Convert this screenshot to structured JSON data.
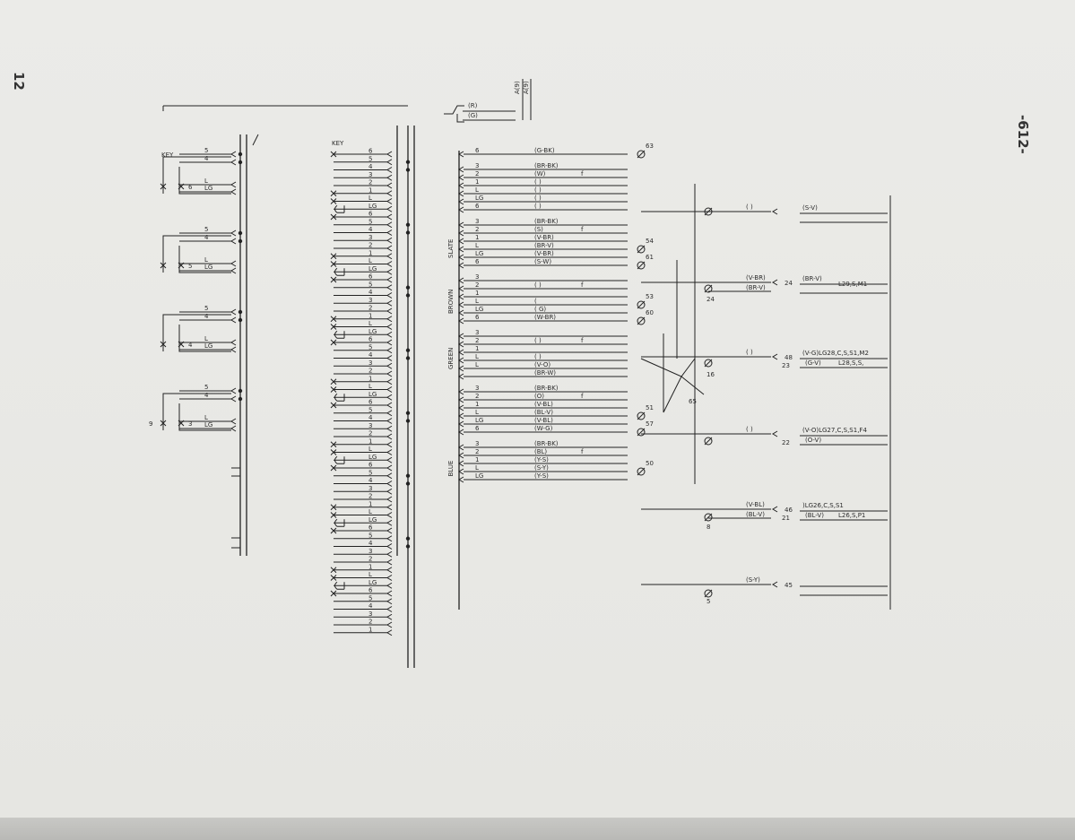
{
  "page": {
    "number_left": "12",
    "number_right": "-612-"
  },
  "key_labels": [
    "KEY",
    "KEY"
  ],
  "left_keys": [
    {
      "num": "6",
      "rows": [
        "5",
        "4",
        "L",
        "LG"
      ]
    },
    {
      "num": "5",
      "rows": [
        "5",
        "4",
        "L",
        "LG"
      ]
    },
    {
      "num": "4",
      "rows": [
        "5",
        "4",
        "L",
        "LG"
      ]
    },
    {
      "num": "3",
      "rows": [
        "5",
        "4",
        "L",
        "LG"
      ],
      "prefix": "9"
    }
  ],
  "center_column": [
    "6",
    "5",
    "4",
    "3",
    "2",
    "1",
    "L",
    "LG",
    "6",
    "5",
    "4",
    "3",
    "2",
    "1",
    "L",
    "LG",
    "6",
    "5",
    "4",
    "3",
    "2",
    "1",
    "L",
    "LG",
    "6",
    "5",
    "4",
    "3",
    "2",
    "1",
    "L",
    "LG",
    "6",
    "5",
    "4",
    "3",
    "2",
    "1",
    "L",
    "LG",
    "6",
    "5",
    "4",
    "3",
    "2",
    "1",
    "L",
    "LG",
    "6",
    "5",
    "4",
    "3",
    "2",
    "1",
    "L",
    "LG",
    "6",
    "5",
    "4",
    "3",
    "2",
    "1"
  ],
  "top_leads": {
    "wires": [
      "(R)",
      "(G)"
    ],
    "vertical": [
      "A(9)",
      "A(9)"
    ]
  },
  "groups": [
    {
      "name": "",
      "rows": [
        [
          "6",
          "(G-BK)"
        ]
      ],
      "terminal": "63"
    },
    {
      "name": "",
      "rows": [
        [
          "3",
          "(BR-BK)"
        ],
        [
          "2",
          "(W)"
        ],
        [
          "1",
          "(   )"
        ],
        [
          "L",
          "(   )"
        ],
        [
          "LG",
          "(   )"
        ],
        [
          "6",
          "(   )"
        ]
      ]
    },
    {
      "name": "SLATE",
      "rows": [
        [
          "3",
          "(BR-BK)"
        ],
        [
          "2",
          "(S)"
        ],
        [
          "1",
          "(V-BR)"
        ],
        [
          "L",
          "(BR-V)"
        ],
        [
          "LG",
          "(V-BR)"
        ],
        [
          "6",
          "(S-W)"
        ]
      ],
      "terminals": [
        "54",
        "61"
      ]
    },
    {
      "name": "BROWN",
      "rows": [
        [
          "3",
          ""
        ],
        [
          "2",
          "(   )"
        ],
        [
          "1",
          ""
        ],
        [
          "L",
          "("
        ],
        [
          "LG",
          "(   G)"
        ],
        [
          "6",
          "(W-BR)"
        ]
      ],
      "terminals": [
        "53",
        "60"
      ]
    },
    {
      "name": "GREEN",
      "rows": [
        [
          "3",
          ""
        ],
        [
          "2",
          "(   )"
        ],
        [
          "1",
          ""
        ],
        [
          "L",
          "(   )"
        ],
        [
          "L",
          "(V-O)"
        ],
        [
          "",
          "(BR-W)"
        ]
      ]
    },
    {
      "name": "",
      "rows": [
        [
          "3",
          "(BR-BK)"
        ],
        [
          "2",
          "(O)"
        ],
        [
          "1",
          "(V-BL)"
        ],
        [
          "L",
          "(BL-V)"
        ],
        [
          "LG",
          "(V-BL)"
        ],
        [
          "6",
          "(W-G)"
        ]
      ],
      "terminals": [
        "51",
        "57"
      ]
    },
    {
      "name": "BLUE",
      "rows": [
        [
          "3",
          "(BR-BK)"
        ],
        [
          "2",
          "(BL)"
        ],
        [
          "1",
          "(Y-S)"
        ],
        [
          "L",
          "(S-Y)"
        ],
        [
          "LG",
          "(Y-S)"
        ]
      ],
      "terminals": [
        "50"
      ]
    }
  ],
  "junction_labels": {
    "center": "65",
    "j16": "16",
    "j24": "24",
    "j8": "8",
    "j5": "5",
    "f_mark": "f"
  },
  "right_outputs": [
    {
      "wire": "(   )",
      "num": "",
      "label": "(S-V)",
      "dest": ""
    },
    {
      "wire": "(V-BR)",
      "num": "24",
      "label": "(BR-V)",
      "dest": "L29,S,M1",
      "wire2": "(BR-V)"
    },
    {
      "wire": "(   )",
      "num": "48",
      "label": "(V-G)LG28,C,S,S1,M2",
      "num2": "23",
      "label2": "(G-V)",
      "dest2": "L28,S,S,"
    },
    {
      "wire": "(   )",
      "num": "",
      "label": "(V-O)LG27,C,S,S1,F4",
      "num2": "22",
      "label2": "(O-V)"
    },
    {
      "wire": "(V-BL)",
      "num": "46",
      "label": ")LG26,C,S,S1",
      "wire2": "(BL-V)",
      "num2": "21",
      "label2": "(BL-V)",
      "dest2": "L26,S,P1"
    },
    {
      "wire": "(S-Y)",
      "num": "45",
      "label": ""
    }
  ]
}
